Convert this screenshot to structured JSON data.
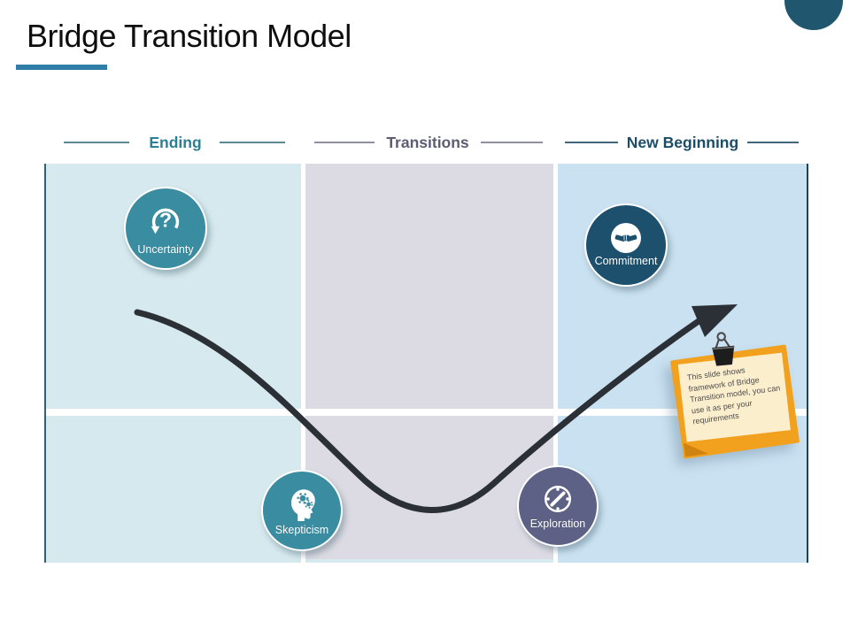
{
  "slide": {
    "title": "Bridge Transition Model"
  },
  "phases": [
    {
      "label": "Ending",
      "color": "#2b8193"
    },
    {
      "label": "Transitions",
      "color": "#5c5d72"
    },
    {
      "label": "New Beginning",
      "color": "#1c4d66"
    }
  ],
  "badges": [
    {
      "label": "Uncertainty",
      "icon": "question-loop-icon",
      "color": "#3a8ca0",
      "column": "Ending"
    },
    {
      "label": "Commitment",
      "icon": "handshake-icon",
      "color": "#1d506c",
      "column": "New Beginning"
    },
    {
      "label": "Skepticism",
      "icon": "head-gears-icon",
      "color": "#3a8ca0",
      "column": "Ending/Transitions"
    },
    {
      "label": "Exploration",
      "icon": "compass-icon",
      "color": "#5d6185",
      "column": "Transitions/New Beginning"
    }
  ],
  "sticky_note": {
    "text": "This slide shows framework of Bridge Transition model, you can use it as per your requirements",
    "frame_color": "#f2a11f",
    "paper_color": "#fbeecd"
  },
  "colors": {
    "accent_underline": "#2f7ea8",
    "corner_circle": "#20576e",
    "column_ending": "#d5e9ee",
    "column_transitions": "#dcdbe3",
    "column_new_beginning": "#c9e1f0",
    "curve": "#2b2f36"
  }
}
